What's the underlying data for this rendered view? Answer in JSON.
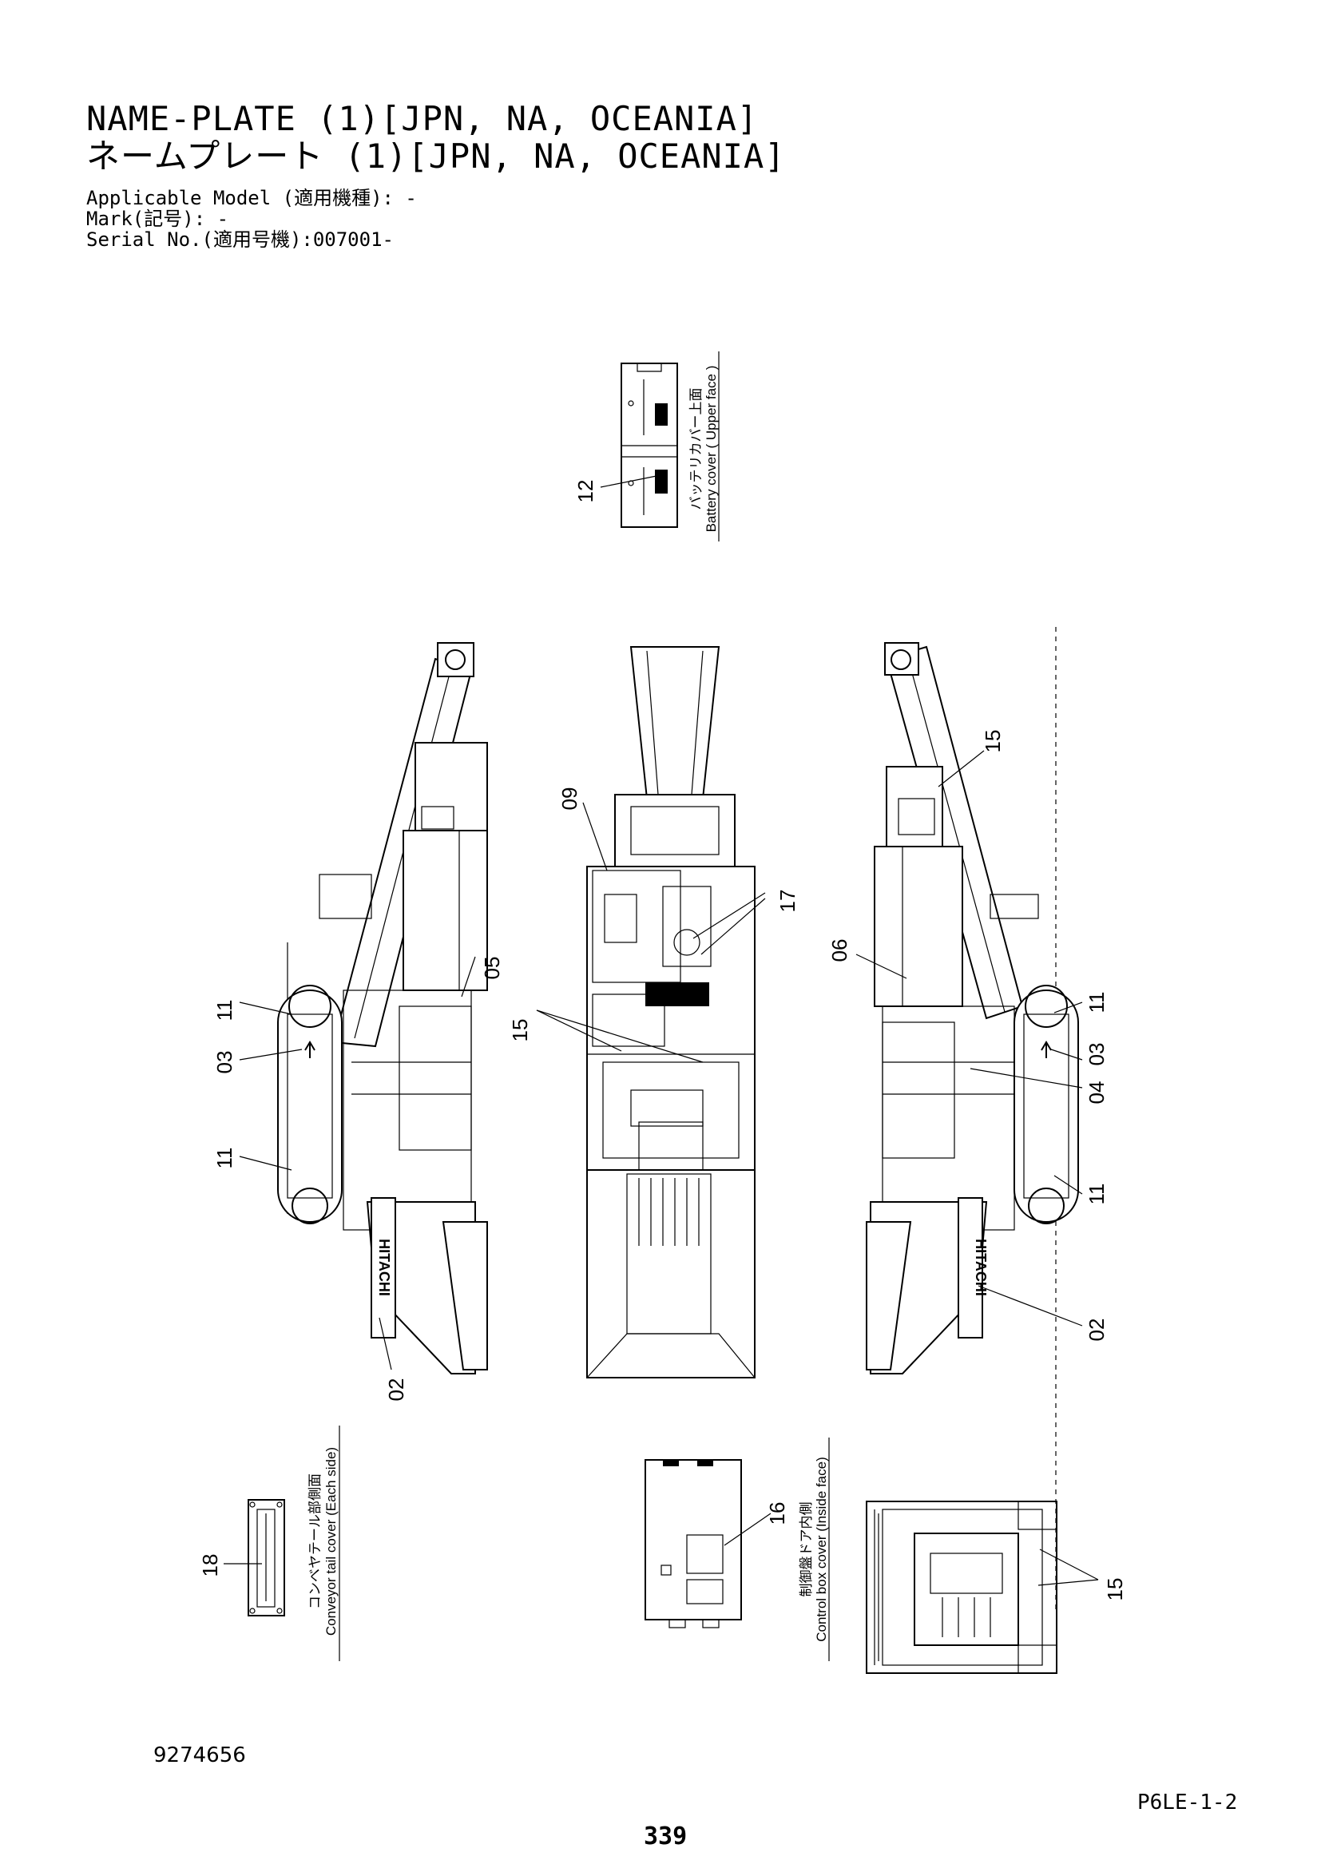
{
  "header": {
    "title_en": "NAME-PLATE (1)[JPN, NA, OCEANIA]",
    "title_jp": "ネームプレート (1)[JPN, NA, OCEANIA]",
    "applicable_model": "Applicable Model (適用機種): -",
    "mark": "Mark(記号): -",
    "serial_no": "Serial No.(適用号機):007001-"
  },
  "views": {
    "battery_cover": {
      "label_jp": "バッテリカバー上面",
      "label_en": "Battery cover ( Upper face )"
    },
    "conveyor_tail_cover": {
      "label_jp": "コンベヤテール部側面",
      "label_en": "Conveyor tail cover (Each side)"
    },
    "control_box_cover": {
      "label_jp": "制御盤ドア内側",
      "label_en": "Control box cover (Inside face)"
    },
    "brand_left": "HITACHI",
    "brand_right": "HITACHI"
  },
  "callouts": {
    "c12": "12",
    "c09": "09",
    "c17": "17",
    "c15_top": "15",
    "c15_right": "15",
    "c15_bottom": "15",
    "c05": "05",
    "c11_l1": "11",
    "c03_l": "03",
    "c11_l2": "11",
    "c02_l": "02",
    "c06": "06",
    "c11_r1": "11",
    "c03_r": "03",
    "c04": "04",
    "c11_r2": "11",
    "c02_r": "02",
    "c16": "16",
    "c18": "18"
  },
  "footer": {
    "doc_number": "9274656",
    "page_code": "P6LE-1-2",
    "page_number": "339"
  }
}
